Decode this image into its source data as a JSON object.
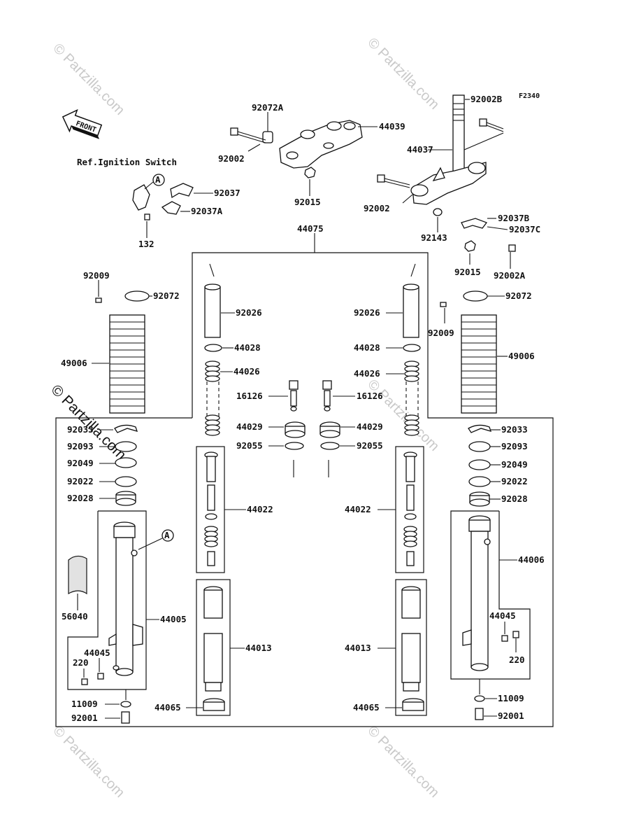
{
  "figure_code": "F2340",
  "front_label": "FRONT",
  "ref_note": "Ref.Ignition Switch",
  "callout_letter": "A",
  "watermark": "© Partzilla.com",
  "parts": {
    "p92072A": "92072A",
    "p44039": "44039",
    "p92002_top": "92002",
    "p92015_top": "92015",
    "p92002B": "92002B",
    "p44037": "44037",
    "p92002_right": "92002",
    "p92143": "92143",
    "p92037B": "92037B",
    "p92037C": "92037C",
    "p92015_right": "92015",
    "p92002A": "92002A",
    "p92037": "92037",
    "p92037A": "92037A",
    "p132": "132",
    "p44075": "44075",
    "p92009_l": "92009",
    "p92072_l": "92072",
    "p49006_l": "49006",
    "p92026_l": "92026",
    "p44028_l": "44028",
    "p44026_l": "44026",
    "p16126_l": "16126",
    "p44029_l": "44029",
    "p92055_l": "92055",
    "p44022_l": "44022",
    "p44013_l": "44013",
    "p44065_l": "44065",
    "p92033_l": "92033",
    "p92093_l": "92093",
    "p92049_l": "92049",
    "p92022_l": "92022",
    "p92028_l": "92028",
    "p56040": "56040",
    "p44005": "44005",
    "p44045_l": "44045",
    "p220_l": "220",
    "p11009_l": "11009",
    "p92001_l": "92001",
    "p92072_r": "92072",
    "p92009_r": "92009",
    "p49006_r": "49006",
    "p92026_r": "92026",
    "p44028_r": "44028",
    "p44026_r": "44026",
    "p16126_r": "16126",
    "p44029_r": "44029",
    "p92055_r": "92055",
    "p44022_r": "44022",
    "p44013_r": "44013",
    "p44065_r": "44065",
    "p92033_r": "92033",
    "p92093_r": "92093",
    "p92049_r": "92049",
    "p92022_r": "92022",
    "p92028_r": "92028",
    "p44006": "44006",
    "p44045_r": "44045",
    "p220_r": "220",
    "p11009_r": "11009",
    "p92001_r": "92001"
  }
}
